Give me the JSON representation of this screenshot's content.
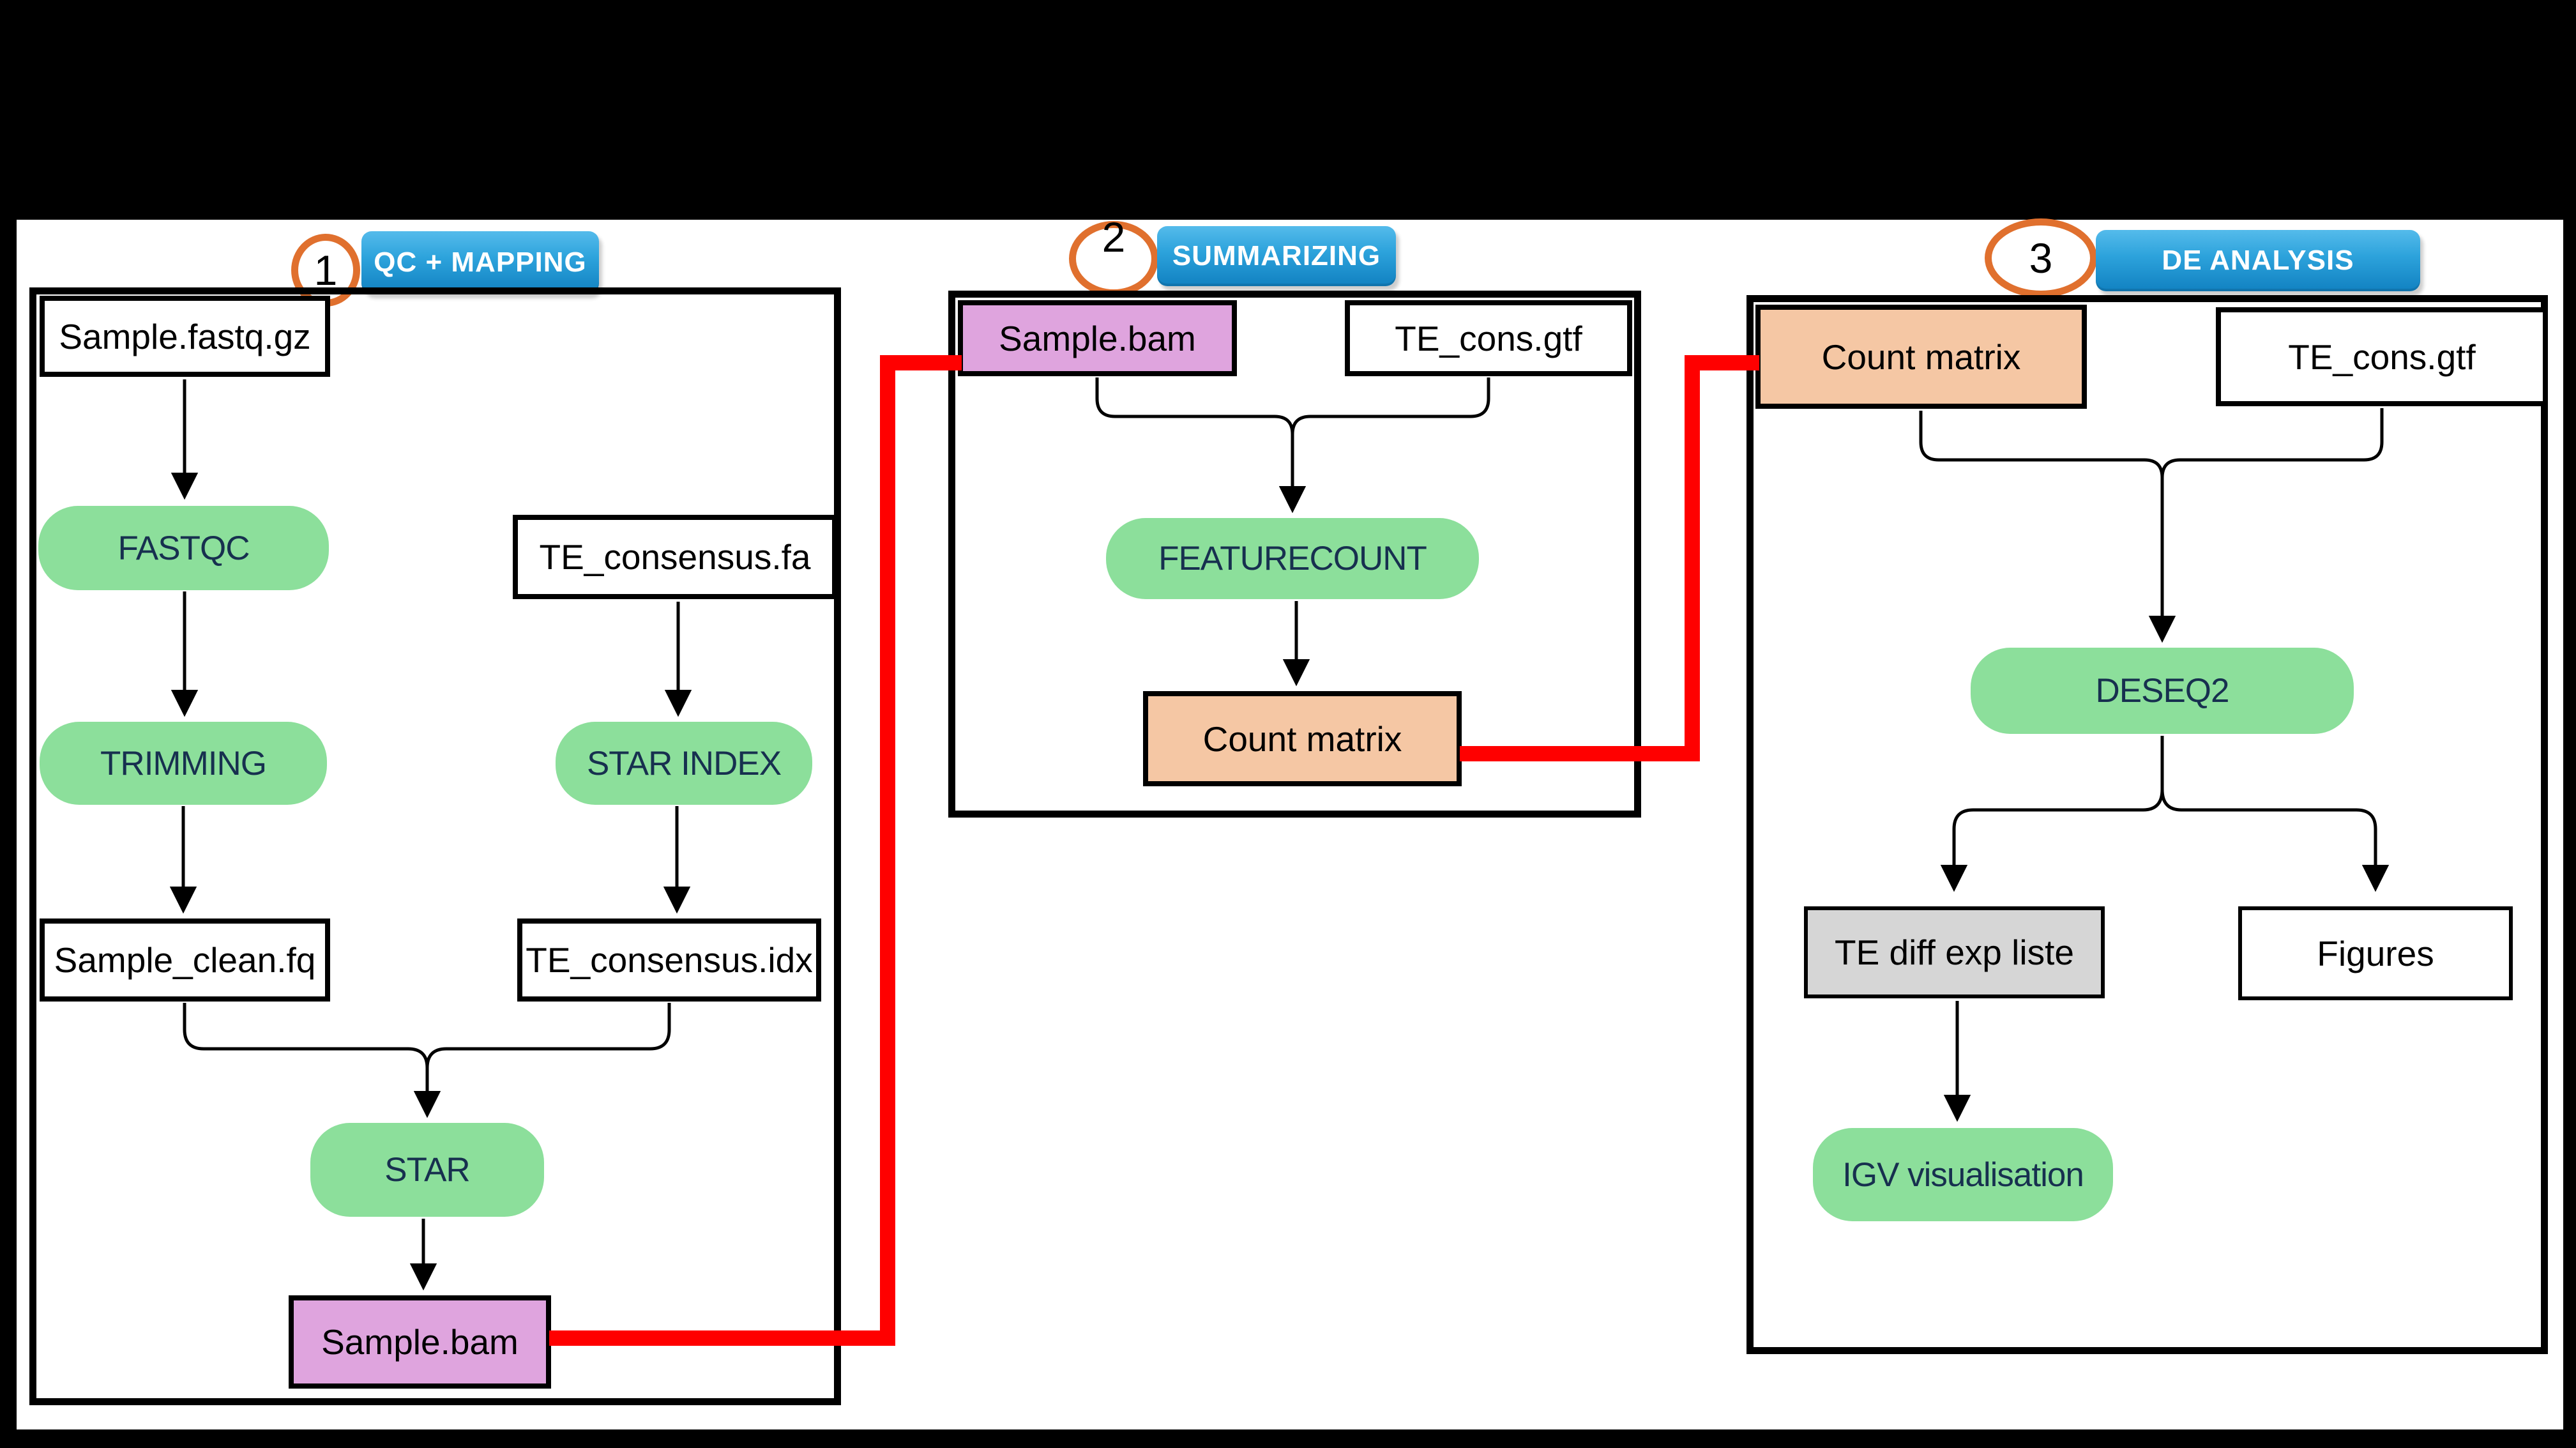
{
  "header": {
    "stages": [
      {
        "number": "1",
        "label": "QC + MAPPING"
      },
      {
        "number": "2",
        "label": "SUMMARIZING"
      },
      {
        "number": "3",
        "label": "DE ANALYSIS"
      }
    ]
  },
  "panels": {
    "qc_mapping": {
      "nodes": {
        "sample_fastq_gz": {
          "label": "Sample.fastq.gz",
          "type": "file"
        },
        "fastqc": {
          "label": "FASTQC",
          "type": "process"
        },
        "trimming": {
          "label": "TRIMMING",
          "type": "process"
        },
        "sample_clean_fq": {
          "label": "Sample_clean.fq",
          "type": "file"
        },
        "te_consensus_fa": {
          "label": "TE_consensus.fa",
          "type": "file"
        },
        "star_index": {
          "label": "STAR INDEX",
          "type": "process"
        },
        "te_consensus_idx": {
          "label": "TE_consensus.idx",
          "type": "file"
        },
        "star": {
          "label": "STAR",
          "type": "process"
        },
        "sample_bam": {
          "label": "Sample.bam",
          "type": "data"
        }
      }
    },
    "summarizing": {
      "nodes": {
        "sample_bam": {
          "label": "Sample.bam",
          "type": "data"
        },
        "te_cons_gtf": {
          "label": "TE_cons.gtf",
          "type": "file"
        },
        "featurecount": {
          "label": "FEATURECOUNT",
          "type": "process"
        },
        "count_matrix": {
          "label": "Count matrix",
          "type": "data"
        }
      }
    },
    "de_analysis": {
      "nodes": {
        "count_matrix": {
          "label": "Count matrix",
          "type": "data"
        },
        "te_cons_gtf": {
          "label": "TE_cons.gtf",
          "type": "file"
        },
        "deseq2": {
          "label": "DESEQ2",
          "type": "process"
        },
        "te_diff_exp_liste": {
          "label": "TE diff exp liste",
          "type": "data"
        },
        "figures": {
          "label": "Figures",
          "type": "file"
        },
        "igv_visualisation": {
          "label": "IGV visualisation",
          "type": "process"
        }
      }
    }
  },
  "colors": {
    "process_green": "#8CDF9B",
    "file_plum": "#DFA4DE",
    "matrix_peach": "#F5C7A4",
    "list_gray": "#D6D6D6",
    "node_text_navy": "#17304F",
    "stage_blue_top": "#55BBEB",
    "stage_blue_mid": "#2DA3DC",
    "stage_blue_bottom": "#1181C1",
    "circle_orange": "#E0702E",
    "connector_red": "#FF0000"
  }
}
